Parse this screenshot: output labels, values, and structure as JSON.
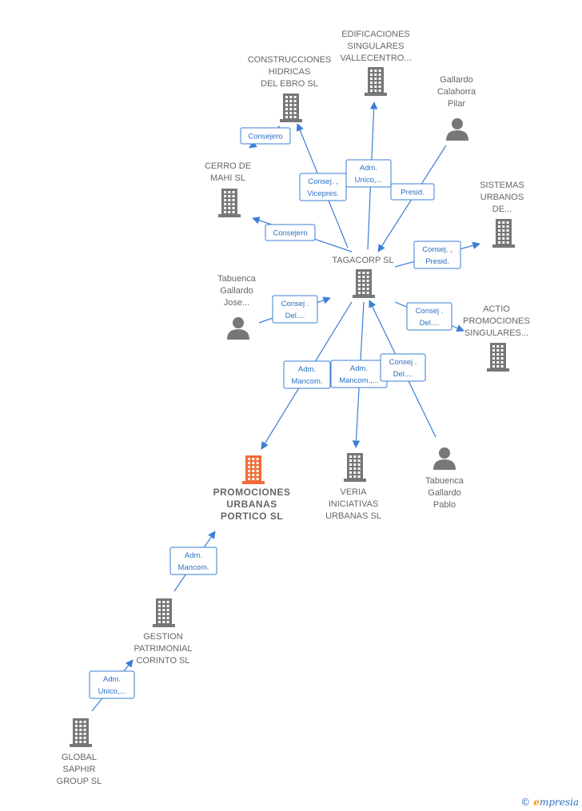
{
  "colors": {
    "company": "#777777",
    "focus": "#f26b36",
    "person": "#777777",
    "edge": "#3a7fd5"
  },
  "nodes": [
    {
      "id": "edificaciones",
      "type": "company",
      "label": [
        "EDIFICACIONES",
        "SINGULARES",
        "VALLECENTRO..."
      ]
    },
    {
      "id": "construcciones",
      "type": "company",
      "label": [
        "CONSTRUCCIONES",
        "HIDRICAS",
        "DEL EBRO SL"
      ]
    },
    {
      "id": "gallardo_calahorra",
      "type": "person",
      "label": [
        "Gallardo",
        "Calahorra",
        "Pilar"
      ]
    },
    {
      "id": "cerro",
      "type": "company",
      "label": [
        "CERRO DE",
        "MAHI SL"
      ]
    },
    {
      "id": "sistemas",
      "type": "company",
      "label": [
        "SISTEMAS",
        "URBANOS",
        "DE..."
      ]
    },
    {
      "id": "tagacorp",
      "type": "company",
      "label": [
        "TAGACORP SL"
      ]
    },
    {
      "id": "tabuenca_jose",
      "type": "person",
      "label": [
        "Tabuenca",
        "Gallardo",
        "Jose..."
      ]
    },
    {
      "id": "actio",
      "type": "company",
      "label": [
        "ACTIO",
        "PROMOCIONES",
        "SINGULARES..."
      ]
    },
    {
      "id": "promociones",
      "type": "focus",
      "label": [
        "PROMOCIONES",
        "URBANAS",
        "PORTICO  SL"
      ]
    },
    {
      "id": "veria",
      "type": "company",
      "label": [
        "VERIA",
        "INICIATIVAS",
        "URBANAS  SL"
      ]
    },
    {
      "id": "tabuenca_pablo",
      "type": "person",
      "label": [
        "Tabuenca",
        "Gallardo",
        "Pablo"
      ]
    },
    {
      "id": "gestion",
      "type": "company",
      "label": [
        "GESTION",
        "PATRIMONIAL",
        "CORINTO SL"
      ]
    },
    {
      "id": "global",
      "type": "company",
      "label": [
        "GLOBAL",
        "SAPHIR",
        "GROUP SL"
      ]
    }
  ],
  "edges": [
    {
      "from": "construcciones",
      "to": "cerro",
      "label": [
        "Consejero"
      ]
    },
    {
      "from": "tagacorp",
      "to": "construcciones",
      "label": [
        "Consej. ,",
        "Vicepres."
      ]
    },
    {
      "from": "tagacorp",
      "to": "edificaciones",
      "label": [
        "Adm.",
        "Unico,..."
      ]
    },
    {
      "from": "gallardo_calahorra",
      "to": "tagacorp",
      "label": [
        "Presid."
      ]
    },
    {
      "from": "tagacorp",
      "to": "cerro",
      "label": [
        "Consejero"
      ]
    },
    {
      "from": "tagacorp",
      "to": "sistemas",
      "label": [
        "Consej. ,",
        "Presid."
      ]
    },
    {
      "from": "tabuenca_jose",
      "to": "tagacorp",
      "label": [
        "Consej .",
        "Del...."
      ]
    },
    {
      "from": "tagacorp",
      "to": "actio",
      "label": [
        "Consej .",
        "Del...."
      ]
    },
    {
      "from": "tagacorp",
      "to": "promociones",
      "label": [
        "Adm.",
        "Mancom."
      ]
    },
    {
      "from": "tagacorp",
      "to": "veria",
      "label": [
        "Adm.",
        "Mancom.,..."
      ]
    },
    {
      "from": "tabuenca_pablo",
      "to": "tagacorp",
      "label": [
        "Consej .",
        "Del...."
      ]
    },
    {
      "from": "gestion",
      "to": "promociones",
      "label": [
        "Adm.",
        "Mancom."
      ]
    },
    {
      "from": "global",
      "to": "gestion",
      "label": [
        "Adm.",
        "Unico,..."
      ]
    }
  ],
  "brand": {
    "copyright": "©",
    "initial": "e",
    "rest": "mpresia"
  }
}
